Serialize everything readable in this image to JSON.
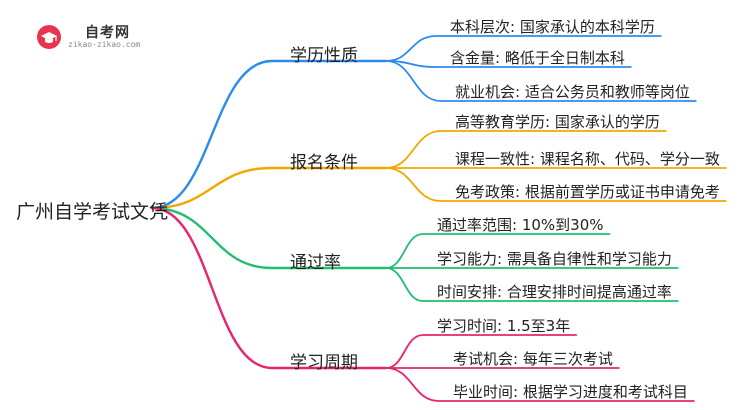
{
  "logo": {
    "title": "自考网",
    "url": "zikao-zikao.com",
    "icon": "graduation-cap-icon"
  },
  "mindmap": {
    "root": "广州自学考试文凭",
    "branches": [
      {
        "label": "学历性质",
        "color": "#2b8cf0",
        "children": [
          "本科层次: 国家承认的本科学历",
          "含金量: 略低于全日制本科",
          "就业机会: 适合公务员和教师等岗位"
        ]
      },
      {
        "label": "报名条件",
        "color": "#f2a800",
        "children": [
          "高等教育学历: 国家承认的学历",
          "课程一致性: 课程名称、代码、学分一致",
          "免考政策: 根据前置学历或证书申请免考"
        ]
      },
      {
        "label": "通过率",
        "color": "#1fbf72",
        "children": [
          "通过率范围: 10%到30%",
          "学习能力: 需具备自律性和学习能力",
          "时间安排: 合理安排时间提高通过率"
        ]
      },
      {
        "label": "学习周期",
        "color": "#e8246e",
        "children": [
          "学习时间: 1.5至3年",
          "考试机会: 每年三次考试",
          "毕业时间: 根据学习进度和考试科目"
        ]
      }
    ]
  }
}
